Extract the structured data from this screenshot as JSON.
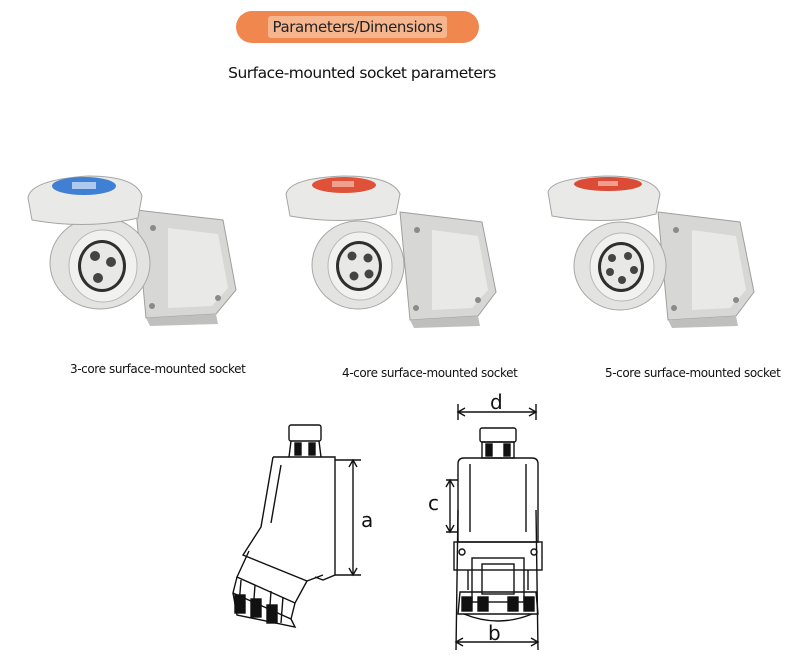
{
  "header": {
    "section_title": "Parameters/Dimensions"
  },
  "intro": {
    "subtitle": "Surface-mounted socket parameters"
  },
  "products": [
    {
      "caption": "3-core surface-mounted socket",
      "lid_color": "#3f7fd4",
      "pins": 3
    },
    {
      "caption": "4-core surface-mounted socket",
      "lid_color": "#e0513a",
      "pins": 4
    },
    {
      "caption": "5-core surface-mounted socket",
      "lid_color": "#dc4b35",
      "pins": 5
    }
  ],
  "dimensions": {
    "side_labels": {
      "a": "a"
    },
    "front_labels": {
      "b": "b",
      "c": "c",
      "d": "d"
    }
  }
}
